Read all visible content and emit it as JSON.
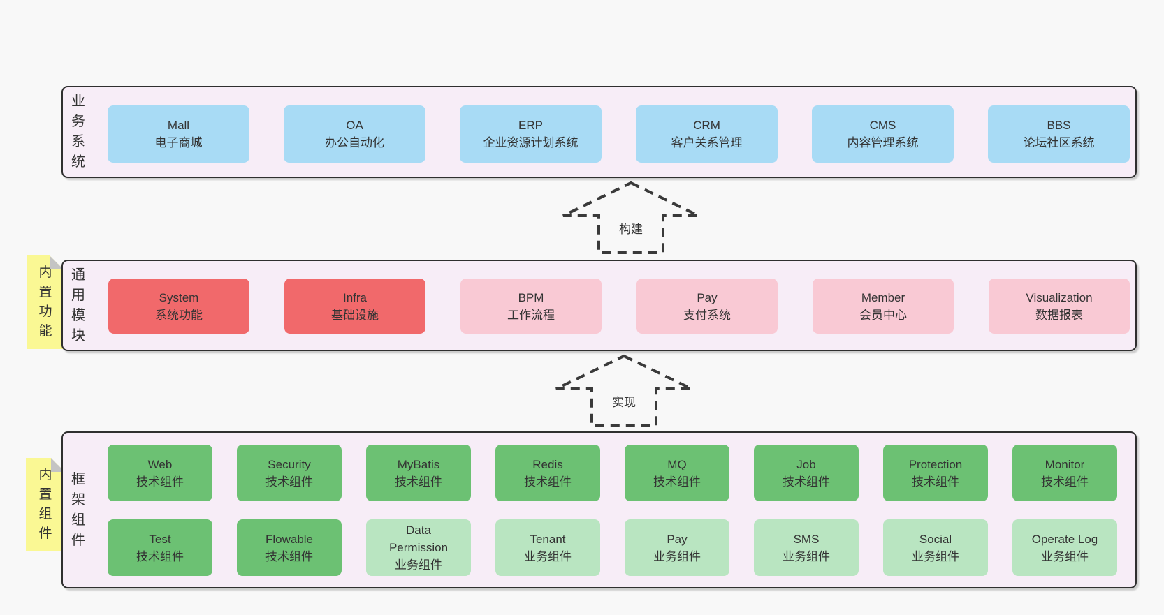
{
  "page": {
    "background": "#f8f8f8",
    "text_color": "#333333"
  },
  "colors": {
    "panel_bg": "#f7edf7",
    "panel_border": "#2f2f2f",
    "blue": "#a8dbf5",
    "red": "#f1696b",
    "pink": "#f9c9d4",
    "green": "#6cc173",
    "green_light": "#b9e5c1",
    "sticky_yellow": "#faf894",
    "sticky_fold_gray": "#c4c4c4"
  },
  "arrows": [
    {
      "label": "构建"
    },
    {
      "label": "实现"
    }
  ],
  "sections": [
    {
      "label": "业务系统",
      "sticky": "",
      "rows": [
        [
          {
            "name": "Mall",
            "subtitle": "电子商城",
            "color": "blue"
          },
          {
            "name": "OA",
            "subtitle": "办公自动化",
            "color": "blue"
          },
          {
            "name": "ERP",
            "subtitle": "企业资源计划系统",
            "color": "blue"
          },
          {
            "name": "CRM",
            "subtitle": "客户关系管理",
            "color": "blue"
          },
          {
            "name": "CMS",
            "subtitle": "内容管理系统",
            "color": "blue"
          },
          {
            "name": "BBS",
            "subtitle": "论坛社区系统",
            "color": "blue"
          }
        ]
      ]
    },
    {
      "label": "通用模块",
      "sticky": "内置功能",
      "rows": [
        [
          {
            "name": "System",
            "subtitle": "系统功能",
            "color": "red"
          },
          {
            "name": "Infra",
            "subtitle": "基础设施",
            "color": "red"
          },
          {
            "name": "BPM",
            "subtitle": "工作流程",
            "color": "pink"
          },
          {
            "name": "Pay",
            "subtitle": "支付系统",
            "color": "pink"
          },
          {
            "name": "Member",
            "subtitle": "会员中心",
            "color": "pink"
          },
          {
            "name": "Visualization",
            "subtitle": "数据报表",
            "color": "pink"
          }
        ]
      ]
    },
    {
      "label": "框架组件",
      "sticky": "内置组件",
      "rows": [
        [
          {
            "name": "Web",
            "subtitle": "技术组件",
            "color": "green"
          },
          {
            "name": "Security",
            "subtitle": "技术组件",
            "color": "green"
          },
          {
            "name": "MyBatis",
            "subtitle": "技术组件",
            "color": "green"
          },
          {
            "name": "Redis",
            "subtitle": "技术组件",
            "color": "green"
          },
          {
            "name": "MQ",
            "subtitle": "技术组件",
            "color": "green"
          },
          {
            "name": "Job",
            "subtitle": "技术组件",
            "color": "green"
          },
          {
            "name": "Protection",
            "subtitle": "技术组件",
            "color": "green"
          },
          {
            "name": "Monitor",
            "subtitle": "技术组件",
            "color": "green"
          }
        ],
        [
          {
            "name": "Test",
            "subtitle": "技术组件",
            "color": "green"
          },
          {
            "name": "Flowable",
            "subtitle": "技术组件",
            "color": "green"
          },
          {
            "name": "Data",
            "name2": "Permission",
            "subtitle": "业务组件",
            "color": "green-light"
          },
          {
            "name": "Tenant",
            "subtitle": "业务组件",
            "color": "green-light"
          },
          {
            "name": "Pay",
            "subtitle": "业务组件",
            "color": "green-light"
          },
          {
            "name": "SMS",
            "subtitle": "业务组件",
            "color": "green-light"
          },
          {
            "name": "Social",
            "subtitle": "业务组件",
            "color": "green-light"
          },
          {
            "name": "Operate Log",
            "subtitle": "业务组件",
            "color": "green-light"
          }
        ]
      ]
    }
  ]
}
